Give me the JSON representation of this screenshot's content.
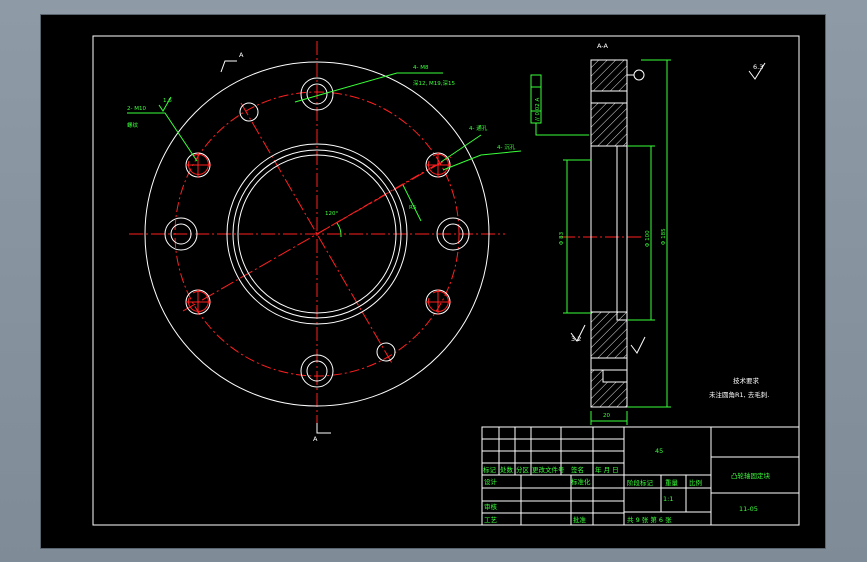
{
  "colors": {
    "background": "#000000",
    "outline": "#ffffff",
    "centerline": "#ff2020",
    "dimension": "#39ff39",
    "hatch": "#ffffff"
  },
  "front_view": {
    "section_mark_top": "A",
    "section_mark_bottom": "A",
    "hole_note_left": "2- M10",
    "hole_note_left_sub": "螺纹",
    "roughness_left": "1.6",
    "hole_note_top": "4- M8",
    "hole_note_top_2": "深12, M19,深15",
    "hole_note_right_1": "4- 通孔",
    "hole_note_right_2": "4- 沉孔",
    "angle_label": "120°",
    "pcd_label": "R5"
  },
  "section_view": {
    "title": "A-A",
    "tolerance_box": "// 0.02 A",
    "dim_inner": "Φ 83",
    "dim_mid": "Φ 100",
    "dim_outer": "Φ 185",
    "dim_width": "20",
    "roughness_right": "3.2"
  },
  "notes": {
    "corner_roughness": "6.3",
    "tech_req_title": "技术要求",
    "tech_req_line": "未注圆角R1, 去毛刺."
  },
  "title_block": {
    "material": "45",
    "part_name": "凸轮轴固定块",
    "drawing_no": "11-05",
    "scale_value": "1:1",
    "sheet_info": "共  9  张   第  6  张",
    "row_labels": [
      "标记",
      "处数",
      "分区",
      "更改文件号",
      "签名",
      "年 月 日"
    ],
    "lower_labels": [
      "设计",
      "标准化",
      "审核",
      "工艺",
      "批准"
    ],
    "stage_label": "阶段标记",
    "weight_label": "重量",
    "scale_label": "比例"
  }
}
